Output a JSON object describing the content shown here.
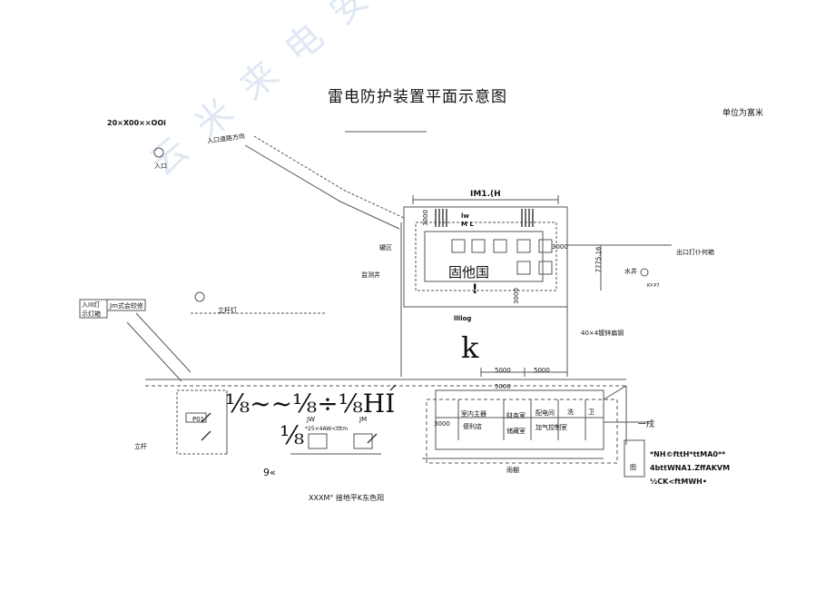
{
  "title": "雷电防护装置平面示意图",
  "unit_note": "单位为富米",
  "scale_text": "20×X00××OOi",
  "labels": {
    "entrance": "入口",
    "entrance_road": "入口道路方向",
    "tank_area": "罐区",
    "monitor_well": "监测井",
    "top_block_title": "IM1.(H",
    "top_block_sub1": "lw",
    "top_block_sub2": "M L",
    "big_text_center": "固他国",
    "mark_exclaim": "!",
    "small_fragment": "llllog",
    "letter_k": "k",
    "exit_box": "出口打仆何箱",
    "water_well": "水井",
    "water_well_sub": "KY-P7",
    "dim_3000_a": "3000",
    "dim_3000_b": "3000",
    "dim_7775": "7775.16",
    "dim_40x4": "40×4镀锌扁钢",
    "dim_5000_a": "5000",
    "dim_5000_b": "5000",
    "dim_3000_c": "3000",
    "left_box_1": "入III灯",
    "left_box_2": "示灯箱",
    "left_box_3": "Jm式会较修",
    "lamp_pole_1": "立杆灯",
    "lamp_pole_2": "立杆",
    "ocr_garbled": "⅛~~⅛÷⅛HI",
    "jw": "JW",
    "jm": "JM",
    "eighth": "⅛",
    "wire_note": "*25×4AW<tttm",
    "p01": "P01",
    "num_9": "9«",
    "building_room_1": "室内主器",
    "building_room_2": "便利店",
    "building_room_3": "财务室",
    "building_room_4": "储藏室",
    "building_room_5": "配电间",
    "building_room_6": "加气控制室",
    "building_room_7": "洗",
    "building_room_8": "卫",
    "building_bottom": "雨棚",
    "dim_3000_d": "3000",
    "dim_5000_d": "5000",
    "right_small": "一戌",
    "right_box_label": "图",
    "legend_1": "*NH©fttH*ttMA0**",
    "legend_2": "4bttWNA1.ZffAKVM",
    "legend_3": "½CK<ftMWH•",
    "footer": "XXXM°  接地平K东色阳",
    "watermark": "云  米  来  电  安  北  云"
  },
  "colors": {
    "line": "#555555",
    "dash": "#777777",
    "watermark": "#b9cde6"
  }
}
